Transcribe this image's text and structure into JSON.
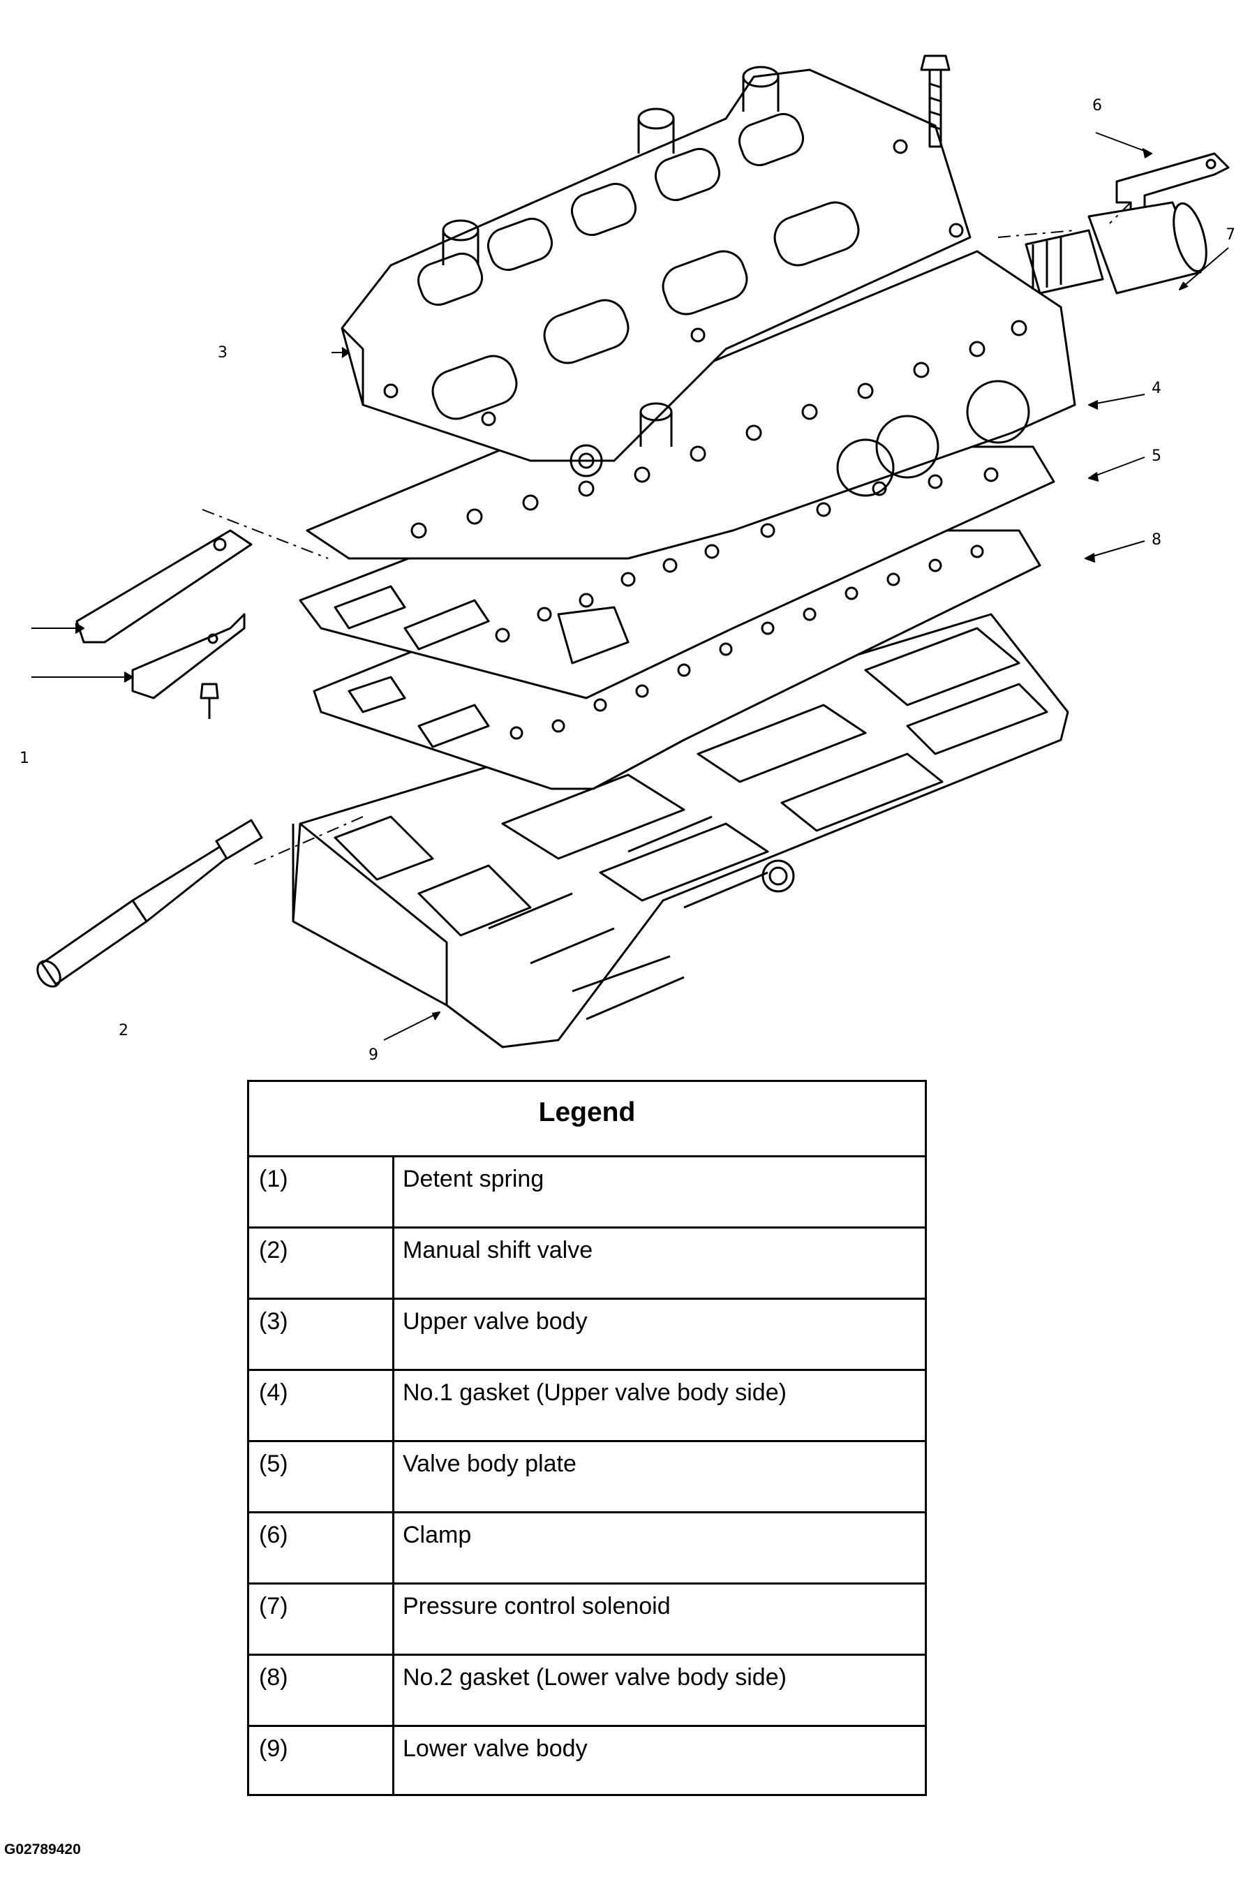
{
  "callouts": {
    "c1": "1",
    "c2": "2",
    "c3": "3",
    "c4": "4",
    "c5": "5",
    "c6": "6",
    "c7": "7",
    "c8": "8",
    "c9": "9"
  },
  "legend": {
    "title": "Legend",
    "rows": [
      {
        "num": "(1)",
        "desc": "Detent spring"
      },
      {
        "num": "(2)",
        "desc": "Manual shift valve"
      },
      {
        "num": "(3)",
        "desc": "Upper valve body"
      },
      {
        "num": "(4)",
        "desc": "No.1 gasket (Upper valve body side)"
      },
      {
        "num": "(5)",
        "desc": "Valve body plate"
      },
      {
        "num": "(6)",
        "desc": "Clamp"
      },
      {
        "num": "(7)",
        "desc": "Pressure control solenoid"
      },
      {
        "num": "(8)",
        "desc": "No.2 gasket (Lower valve body side)"
      },
      {
        "num": "(9)",
        "desc": "Lower valve body"
      }
    ]
  },
  "figure_id": "G02789420"
}
